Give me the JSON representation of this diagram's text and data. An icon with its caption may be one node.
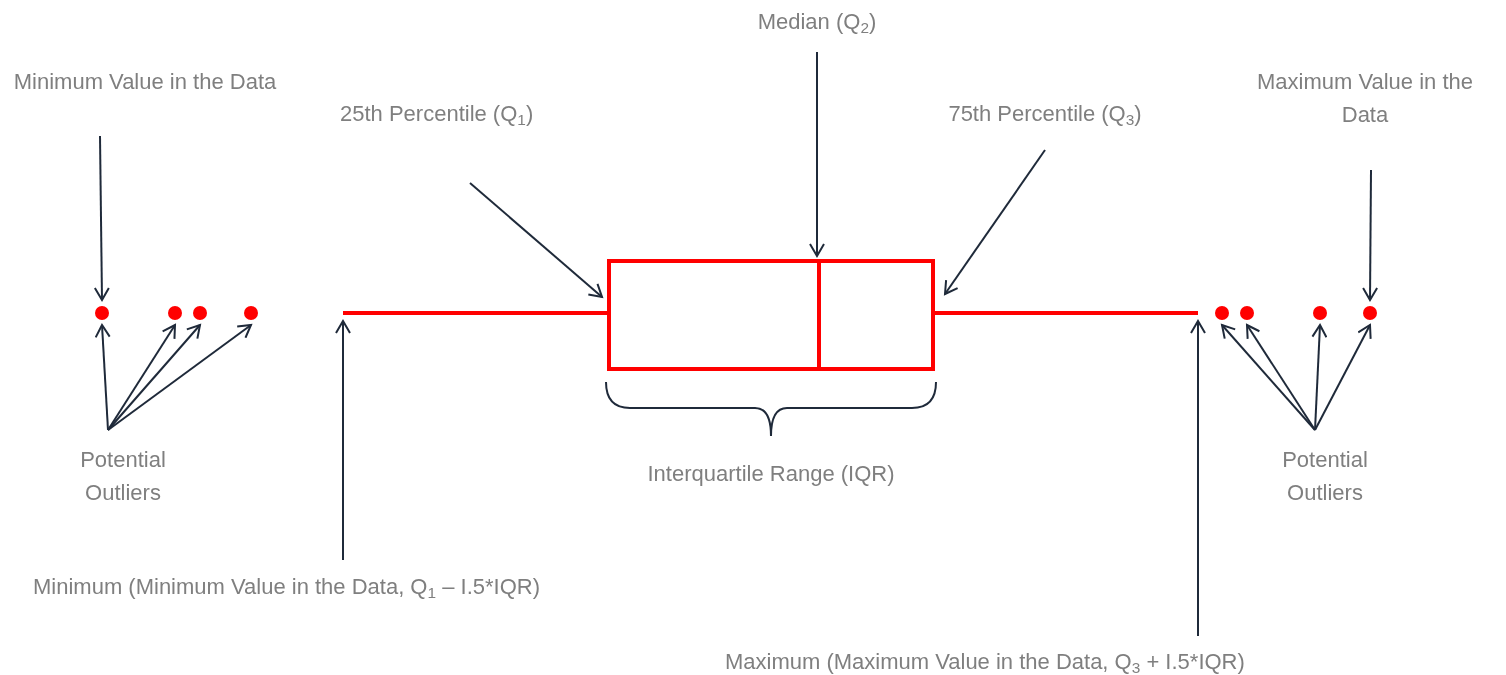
{
  "diagram": {
    "nodes": [
      {
        "text": [
          "Minimum Value in the Data"
        ]
      },
      {
        "text": [
          "25th Percentile (Q$_{1}$)"
        ]
      },
      {
        "text": [
          "Median (Q$_{2}$)"
        ]
      },
      {
        "text": [
          "75th Percentile (Q$_{3}$)"
        ]
      },
      {
        "text": [
          "Maximum Value in the Data"
        ]
      },
      {
        "text": [],
        "shape": "circle"
      },
      {
        "text": [],
        "shape": "circle"
      },
      {
        "text": [],
        "shape": "circle"
      },
      {
        "text": [],
        "shape": "circle"
      },
      {
        "text": [],
        "shape": "bar"
      },
      {
        "text": [],
        "shape": "box"
      },
      {
        "text": [],
        "shape": "bar"
      },
      {
        "text": [],
        "shape": "circle"
      },
      {
        "text": [],
        "shape": "circle"
      },
      {
        "text": [],
        "shape": "circle"
      },
      {
        "text": [],
        "shape": "circle"
      },
      {
        "text": [
          "Potential Outliers"
        ]
      },
      {
        "text": [
          "Potential Outliers"
        ]
      },
      {
        "text": [
          "Minimum (Minimum Value in the Data, Q$_{1}$ – I.5*IQR)"
        ]
      },
      {
        "text": [
          "Maximum (Maximum Value in the Data, Q$_{3}$ + I.5*IQR)"
        ]
      }
    ],
    "edges": [
      {
        "from": 0,
        "to": 5,
        "arrow": "to"
      },
      {
        "from": 1,
        "to": 10,
        "arrow": "to"
      },
      {
        "from": 2,
        "to": 10,
        "arrow": "to"
      },
      {
        "from": 3,
        "to": 10,
        "arrow": "to"
      },
      {
        "from": 4,
        "to": 15,
        "arrow": "to"
      },
      {
        "from": 16,
        "to": 5,
        "arrow": "to"
      },
      {
        "from": 16,
        "to": 6,
        "arrow": "to"
      },
      {
        "from": 16,
        "to": 7,
        "arrow": "to"
      },
      {
        "from": 16,
        "to": 8,
        "arrow": "to"
      },
      {
        "from": 17,
        "to": 12,
        "arrow": "to"
      },
      {
        "from": 17,
        "to": 13,
        "arrow": "to"
      },
      {
        "from": 17,
        "to": 14,
        "arrow": "to"
      },
      {
        "from": 17,
        "to": 15,
        "arrow": "to"
      },
      {
        "from": 18,
        "to": 9,
        "arrow": "to"
      },
      {
        "from": 19,
        "to": 11,
        "arrow": "to"
      }
    ],
    "labels": [
      "Interquartile Range (IQR)"
    ]
  }
}
